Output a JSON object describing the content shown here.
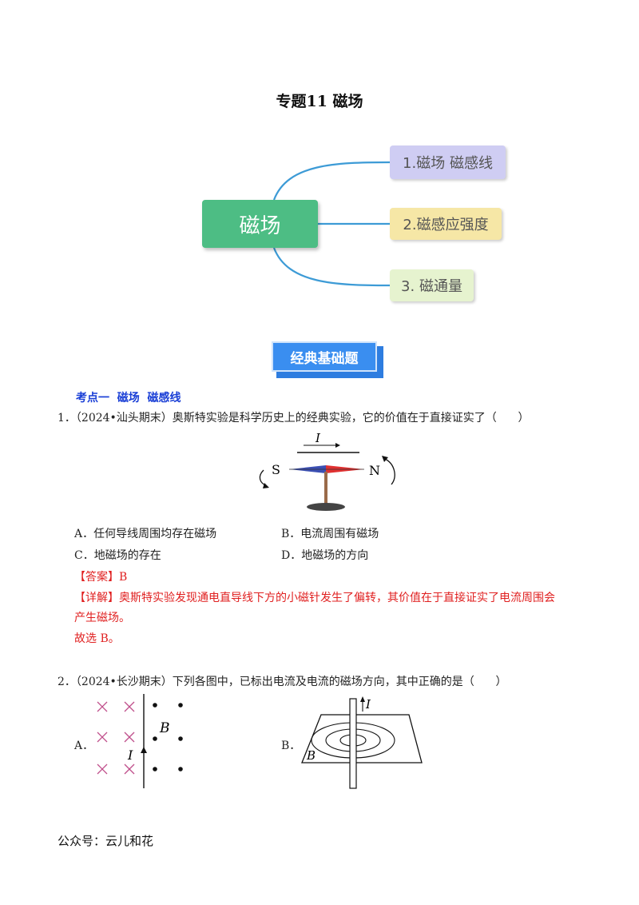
{
  "title": "专题11  磁场",
  "mindmap": {
    "root": "磁场",
    "branches": [
      "1.磁场 磁感线",
      "2.磁感应强度",
      "3. 磁通量"
    ]
  },
  "badge": "经典基础题",
  "section": "考点一  磁场  磁感线",
  "q1": {
    "stem": "1．（2024•汕头期末）奥斯特实验是科学历史上的经典实验，它的价值在于直接证实了（      ）",
    "fig": {
      "current": "I",
      "south": "S",
      "north": "N"
    },
    "options": {
      "a": "A．任何导线周围均存在磁场",
      "b": "B．电流周围有磁场",
      "c": "C．地磁场的存在",
      "d": "D．地磁场的方向"
    },
    "answer": "【答案】B",
    "detail_1": "【详解】奥斯特实验发现通电直导线下方的小磁针发生了偏转，其价值在于直接证实了电流周围会",
    "detail_2": "产生磁场。",
    "conclusion": "故选 B。"
  },
  "q2": {
    "stem": "2．（2024•长沙期末）下列各图中，已标出电流及电流的磁场方向，其中正确的是（      ）",
    "fig_a": {
      "label": "A．",
      "field": "B",
      "current": "I"
    },
    "fig_b": {
      "label": "B．",
      "field": "B",
      "current": "I"
    }
  },
  "footer": "公众号：云儿和花"
}
